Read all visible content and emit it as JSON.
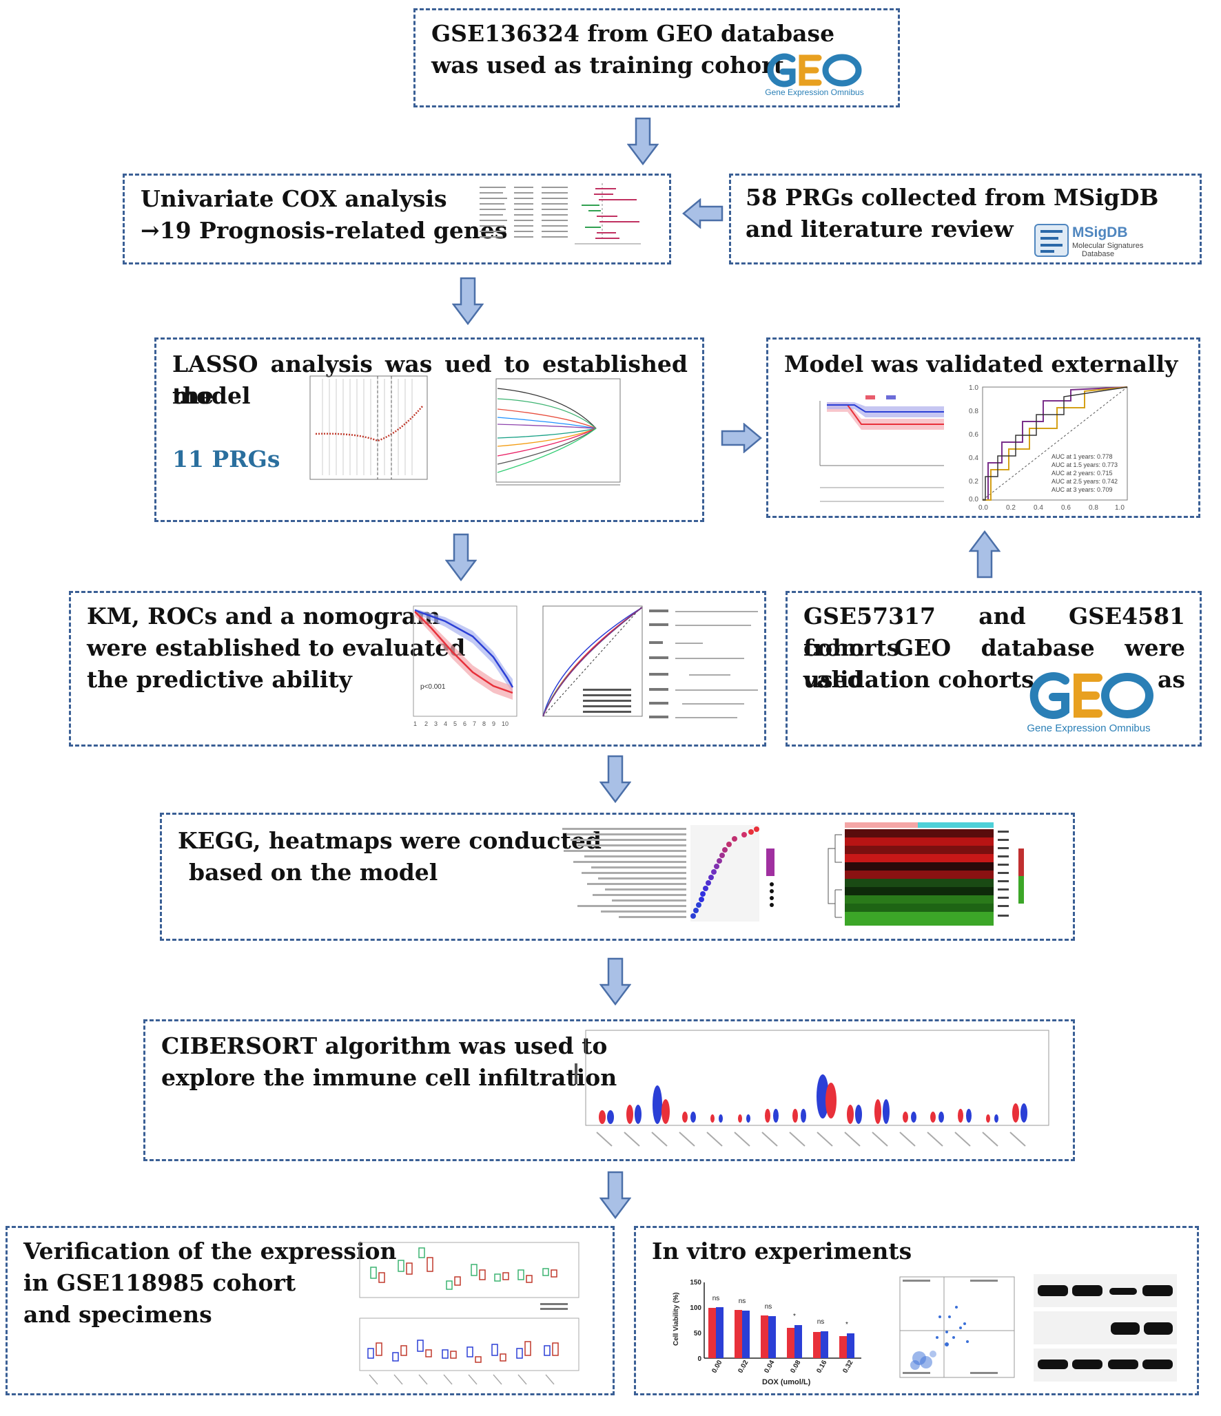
{
  "nodes": {
    "geo_training": {
      "line1": "GSE136324 from GEO database",
      "line2": "was used as training cohort"
    },
    "univariate": {
      "line1": "Univariate COX analysis",
      "line2": "→19 Prognosis-related genes"
    },
    "msigdb": {
      "line1": "58 PRGs collected from MSigDB",
      "line2": "and literature review"
    },
    "lasso": {
      "line1": "LASSO analysis was ued to established the",
      "line2": "model",
      "count": "11 PRGs"
    },
    "validated": {
      "title": "Model was validated externally"
    },
    "km": {
      "line1": "KM, ROCs and a nomogram",
      "line2": "were established to evaluated",
      "line3": "the predictive ability"
    },
    "geo_validation": {
      "line1": "GSE57317 and GSE4581 cohorts",
      "line2": "from GEO database were used as",
      "line3": "validation cohorts"
    },
    "kegg": {
      "line1": "KEGG, heatmaps were conducted",
      "line2": "based on the model"
    },
    "cibersort": {
      "line1": "CIBERSORT algorithm was used to",
      "line2": "explore the immune cell infiltration"
    },
    "verification": {
      "line1": "Verification of the expression",
      "line2": "in GSE118985 cohort",
      "line3": "and specimens"
    },
    "invitro": {
      "title": "In vitro experiments"
    }
  },
  "logos": {
    "geo_caption": "Gene Expression Omnibus",
    "msigdb_name": "MSigDB",
    "msigdb_caption1": "Molecular Signatures",
    "msigdb_caption2": "Database"
  },
  "figures": {
    "roc_validation_legend": [
      "AUC at 1 years: 0.778",
      "AUC at 1.5 years: 0.773",
      "AUC at 2 years: 0.715",
      "AUC at 2.5 years: 0.742",
      "AUC at 3 years: 0.709"
    ],
    "viability_ylabel": "Cell Viability (%)",
    "viability_xlabel": "DOX (umol/L)",
    "viability_doses": [
      "0.00",
      "0.02",
      "0.04",
      "0.08",
      "0.16",
      "0.32"
    ],
    "viability_sig": [
      "ns",
      "ns",
      "ns",
      "*",
      "ns",
      "*"
    ],
    "viability_yticks": [
      "0",
      "50",
      "100",
      "150"
    ]
  },
  "colors": {
    "border": "#3a5f95",
    "arrow_fill": "#a9c0e6",
    "arrow_stroke": "#4b6fa8",
    "highlight": "#2a6f9e",
    "red": "#e8303a",
    "blue": "#2b3fd6"
  }
}
